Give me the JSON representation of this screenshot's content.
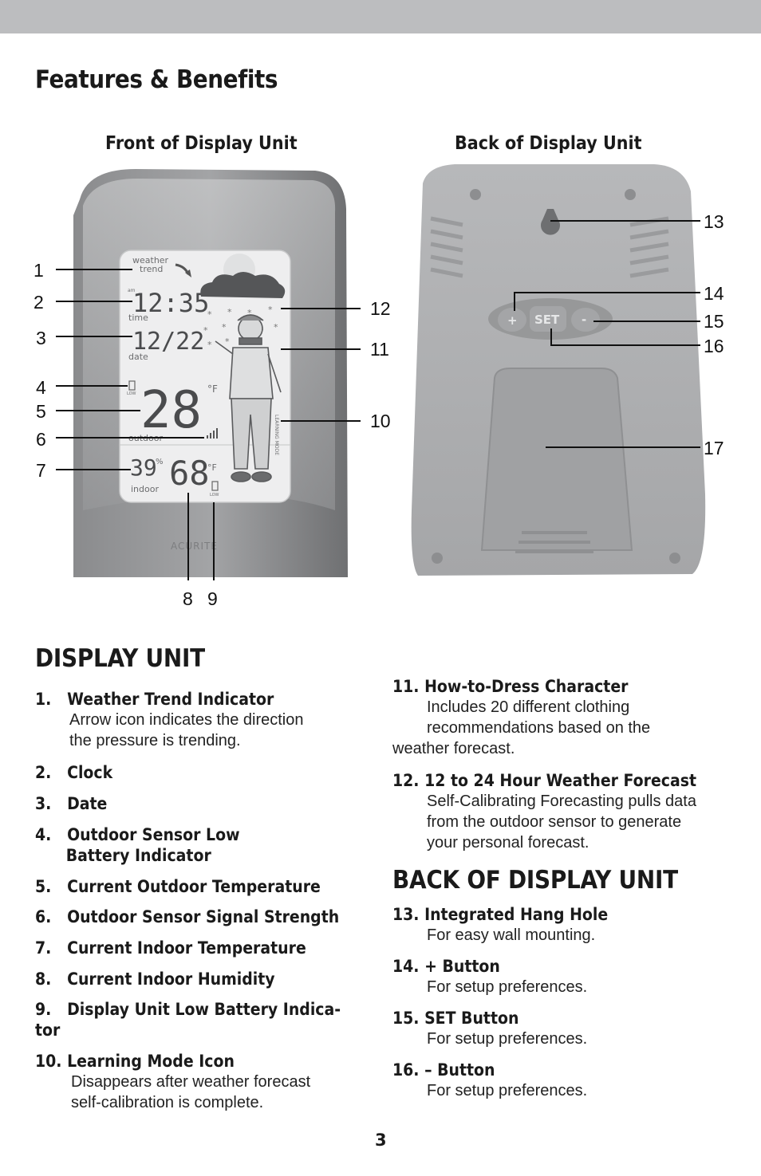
{
  "heading": "Features & Benefits",
  "front_heading": "Front of Display Unit",
  "back_heading": "Back of Display Unit",
  "front_display": {
    "weather_trend_label_1": "weather",
    "weather_trend_label_2": "trend",
    "time_value": "12:35",
    "am_label": "am",
    "time_label": "time",
    "date_value": "12/22",
    "date_label": "date",
    "outdoor_temp": "28",
    "outdoor_unit": "°F",
    "outdoor_label": "outdoor",
    "low_label": "LOW",
    "indoor_humidity": "39",
    "percent": "%",
    "indoor_temp": "68",
    "indoor_unit": "°F",
    "indoor_label": "indoor",
    "learning_mode": "LEARNING MODE",
    "brand": "ACURITE"
  },
  "back_display": {
    "plus": "+",
    "set": "SET",
    "minus": "-"
  },
  "callouts": [
    "1",
    "2",
    "3",
    "4",
    "5",
    "6",
    "7",
    "8",
    "9",
    "10",
    "11",
    "12",
    "13",
    "14",
    "15",
    "16",
    "17"
  ],
  "display_unit": {
    "title": "DISPLAY UNIT",
    "items": [
      {
        "num": "1.",
        "title": "Weather Trend Indicator",
        "desc": [
          "Arrow icon indicates the direction",
          "the pressure is trending."
        ]
      },
      {
        "num": "2.",
        "title": "Clock"
      },
      {
        "num": "3.",
        "title": "Date"
      },
      {
        "num": "4.",
        "title": "Outdoor Sensor Low",
        "title2": "Battery Indicator"
      },
      {
        "num": "5.",
        "title": "Current Outdoor Temperature"
      },
      {
        "num": "6.",
        "title": "Outdoor Sensor Signal Strength"
      },
      {
        "num": "7.",
        "title": "Current Indoor Temperature"
      },
      {
        "num": "8.",
        "title": "Current Indoor Humidity"
      },
      {
        "num": "9.",
        "title": "Display Unit Low Battery Indica-",
        "title2": "tor"
      },
      {
        "num": "10.",
        "title": "Learning Mode Icon",
        "desc": [
          "Disappears after weather forecast",
          "self-calibration is complete."
        ]
      },
      {
        "num": "11.",
        "title": "How-to-Dress Character",
        "desc": [
          "Includes 20 different clothing",
          "recommendations based on the",
          "weather forecast."
        ]
      },
      {
        "num": "12.",
        "title": "12 to 24 Hour Weather Forecast",
        "desc": [
          "Self-Calibrating Forecasting pulls data",
          "from the outdoor sensor to generate",
          "your personal forecast."
        ]
      }
    ]
  },
  "back_unit": {
    "title": "BACK OF DISPLAY UNIT",
    "items": [
      {
        "num": "13.",
        "title": "Integrated Hang Hole",
        "desc": [
          "For easy wall mounting."
        ]
      },
      {
        "num": "14.",
        "title": "+ Button",
        "desc": [
          "For setup preferences."
        ]
      },
      {
        "num": "15.",
        "title": "SET Button",
        "desc": [
          "For setup preferences."
        ]
      },
      {
        "num": "16.",
        "title": "– Button",
        "desc": [
          "For setup preferences."
        ]
      }
    ]
  },
  "page_number": "3"
}
